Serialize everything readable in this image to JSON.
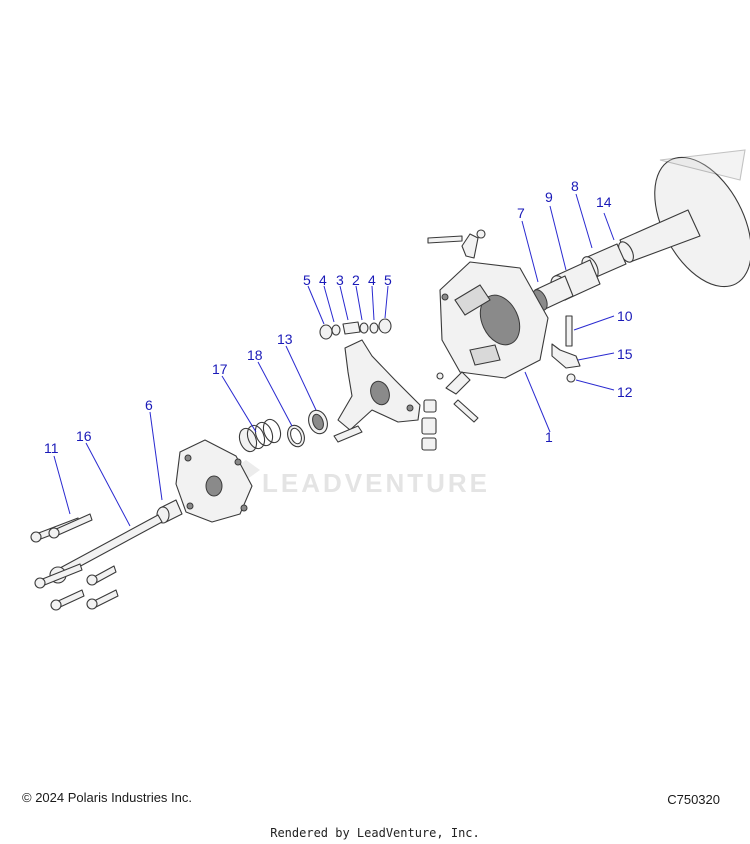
{
  "watermark": "LEADVENTURE",
  "footer": {
    "copyright": "© 2024 Polaris Industries Inc.",
    "drawing_id": "C750320",
    "rendered_by": "Rendered by LeadVenture, Inc."
  },
  "callouts": [
    "1",
    "2",
    "3",
    "4",
    "4",
    "5",
    "5",
    "6",
    "7",
    "8",
    "9",
    "10",
    "11",
    "12",
    "13",
    "14",
    "15",
    "16",
    "17",
    "18"
  ]
}
